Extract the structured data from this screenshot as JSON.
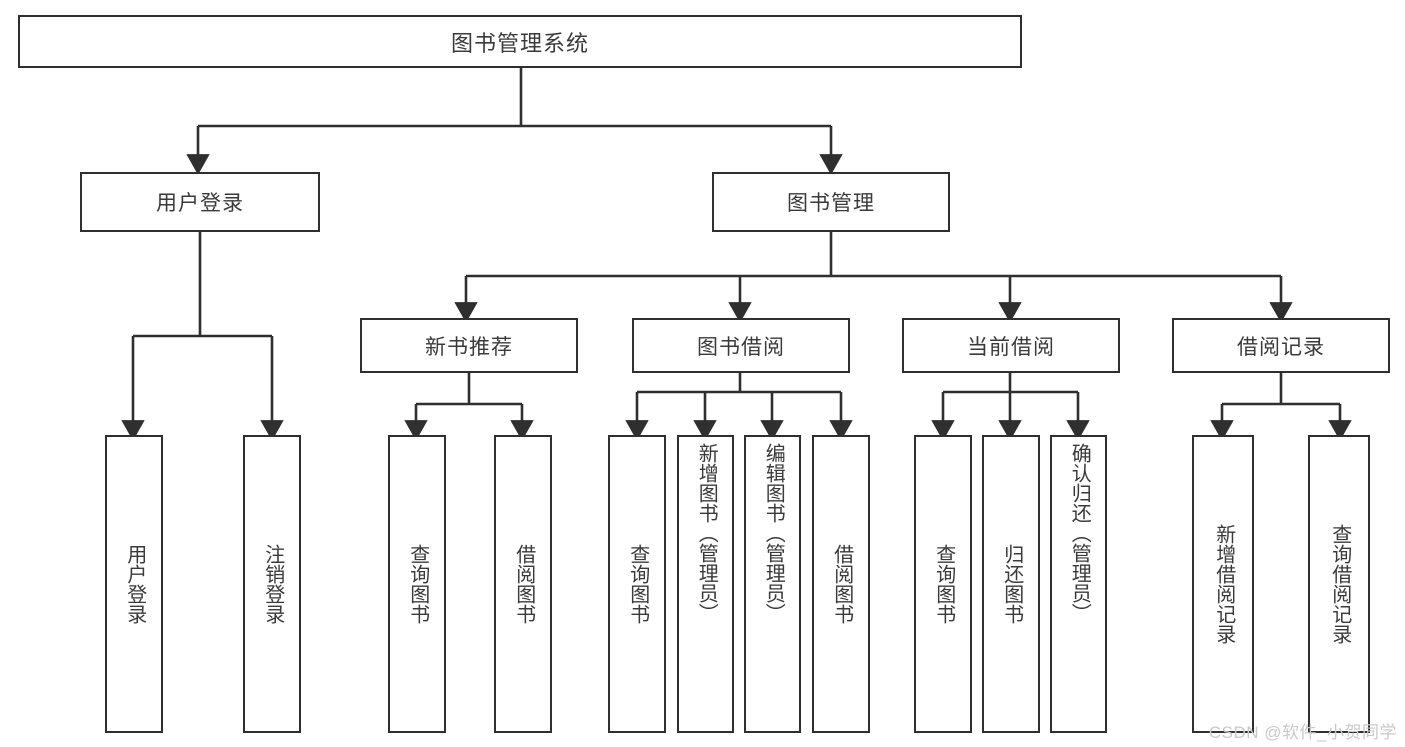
{
  "diagram": {
    "title": "图书管理系统",
    "type": "hierarchy-tree",
    "root": {
      "id": "root",
      "label": "图书管理系统"
    },
    "level2": [
      {
        "id": "user-login",
        "label": "用户登录"
      },
      {
        "id": "book-manage",
        "label": "图书管理"
      }
    ],
    "level3": [
      {
        "id": "new-book-rec",
        "label": "新书推荐"
      },
      {
        "id": "book-borrow",
        "label": "图书借阅"
      },
      {
        "id": "current-borrow",
        "label": "当前借阅"
      },
      {
        "id": "borrow-record",
        "label": "借阅记录"
      }
    ],
    "leaves": {
      "user_login": [
        {
          "id": "leaf-user-login",
          "label": "用户登录"
        },
        {
          "id": "leaf-logout-login",
          "label": "注销登录"
        }
      ],
      "new_book_rec": [
        {
          "id": "leaf-query-book-1",
          "label": "查询图书"
        },
        {
          "id": "leaf-borrow-book-1",
          "label": "借阅图书"
        }
      ],
      "book_borrow": [
        {
          "id": "leaf-query-book-2",
          "label": "查询图书"
        },
        {
          "id": "leaf-add-book",
          "label": "新增图书（管理员）"
        },
        {
          "id": "leaf-edit-book",
          "label": "编辑图书（管理员）"
        },
        {
          "id": "leaf-borrow-book-2",
          "label": "借阅图书"
        }
      ],
      "current_borrow": [
        {
          "id": "leaf-query-book-3",
          "label": "查询图书"
        },
        {
          "id": "leaf-return-book",
          "label": "归还图书"
        },
        {
          "id": "leaf-confirm-return",
          "label": "确认归还（管理员）"
        }
      ],
      "borrow_record": [
        {
          "id": "leaf-add-record",
          "label": "新增借阅记录"
        },
        {
          "id": "leaf-query-record",
          "label": "查询借阅记录"
        }
      ]
    }
  },
  "watermark": {
    "text": "CSDN @软件_小贺同学"
  },
  "colors": {
    "border": "#2f2f2f",
    "text": "#3a3a3a",
    "background": "#ffffff",
    "watermark": "#c9c9c9"
  }
}
